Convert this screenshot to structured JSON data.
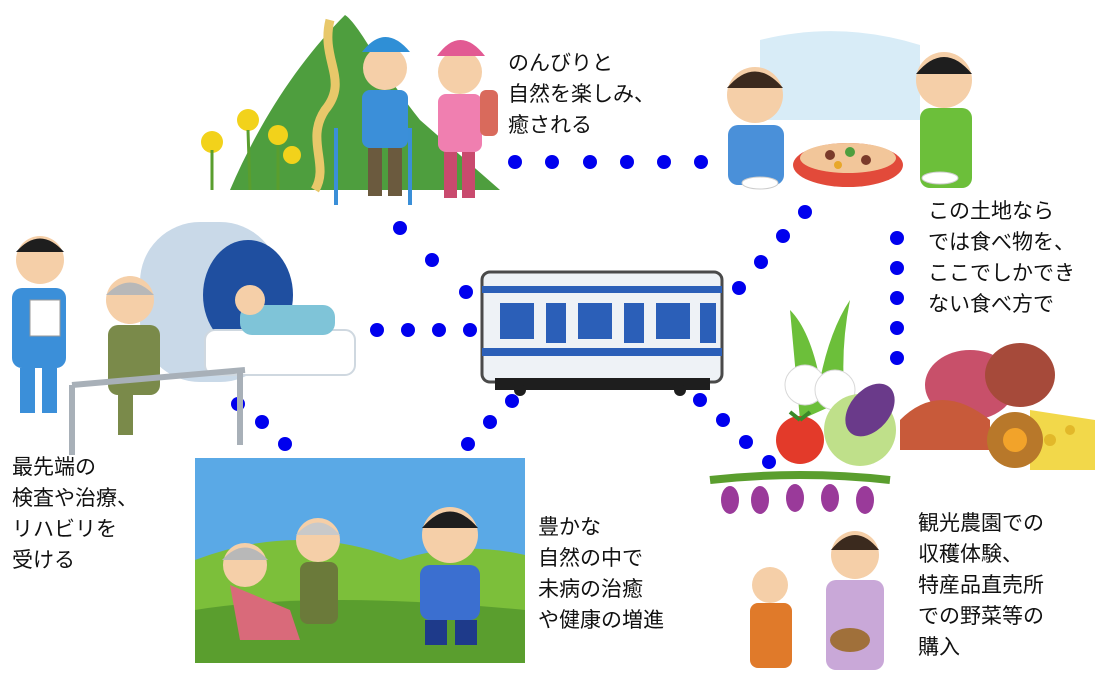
{
  "captions": {
    "hiking": [
      "のんびりと",
      "自然を楽しみ、",
      "癒される"
    ],
    "food": [
      "この土地なら",
      "では食べ物を、",
      "ここでしかでき",
      "ない食べ方で"
    ],
    "medical": [
      "最先端の",
      "検査や治療、",
      "リハビリを",
      "受ける"
    ],
    "nature": [
      "豊かな",
      "自然の中で",
      "未病の治癒",
      "や健康の増進"
    ],
    "farm": [
      "観光農園での",
      "収穫体験、",
      "特産品直売所",
      "での野菜等の",
      "購入"
    ]
  },
  "colors": {
    "dots": "#0000ee",
    "train_stripe": "#2b5fb8",
    "grass": "#7cbf3a",
    "sky": "#5aa9e6"
  },
  "icons": [
    "mountain-icon",
    "hikers-icon",
    "bbq-icon",
    "train-icon",
    "mri-icon",
    "rehab-icon",
    "stretching-icon",
    "vegetables-icon",
    "meat-cheese-icon",
    "grape-picking-icon"
  ]
}
